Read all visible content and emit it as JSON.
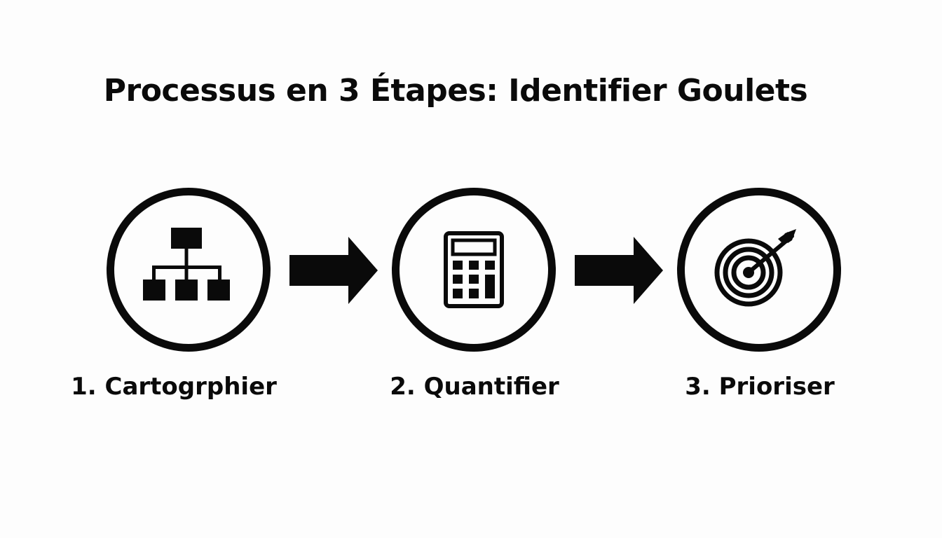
{
  "title": "Processus en 3 Étapes: Identifier Goulets",
  "colors": {
    "ink": "#0a0a0a",
    "background": "#fdfdfd"
  },
  "steps": [
    {
      "label": "1. Cartogrphier",
      "icon": "org-chart-icon"
    },
    {
      "label": "2. Quantifier",
      "icon": "calculator-icon"
    },
    {
      "label": "3. Prioriser",
      "icon": "target-arrow-icon"
    }
  ],
  "connectors": [
    "arrow-right-icon",
    "arrow-right-icon"
  ]
}
